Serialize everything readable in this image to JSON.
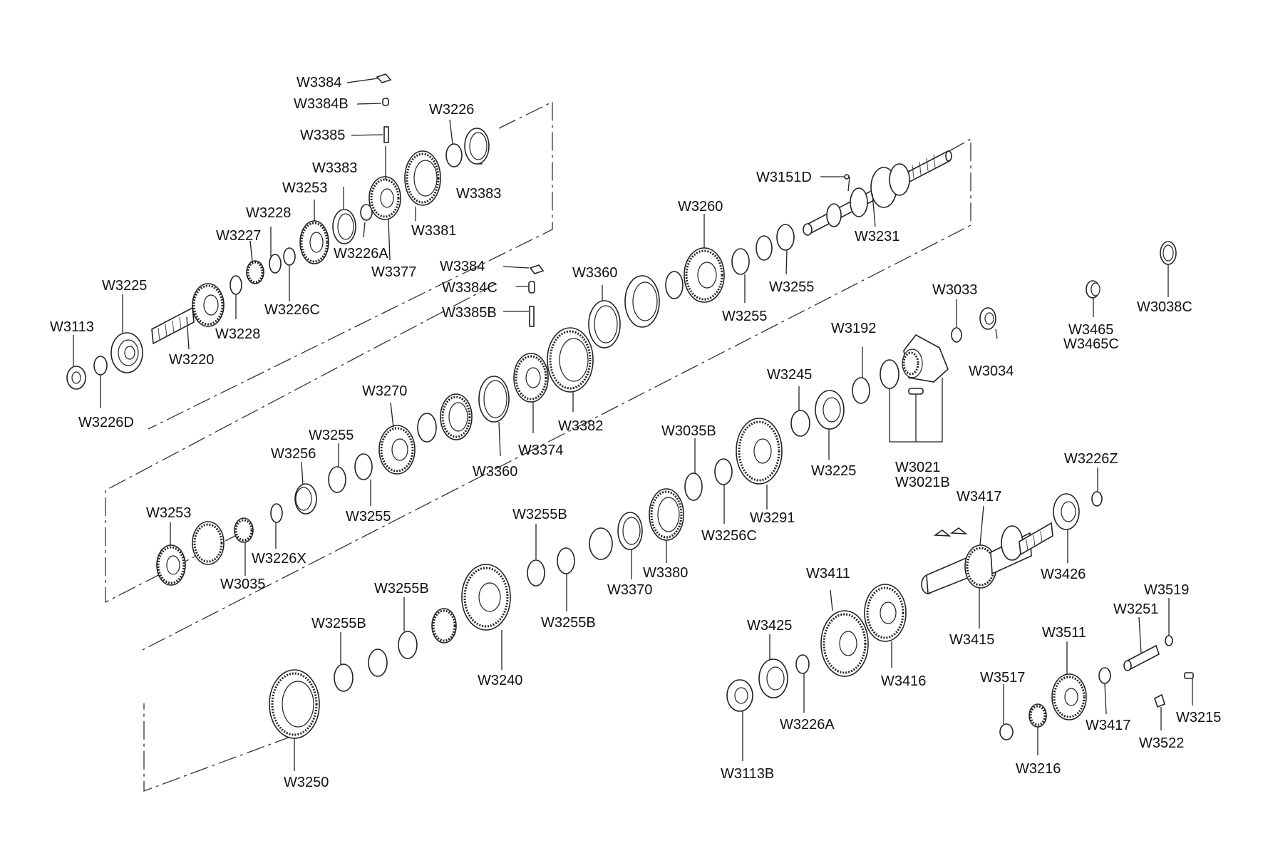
{
  "labels": {
    "w3384_top": "W3384",
    "w3384b": "W3384B",
    "w3385": "W3385",
    "w3383_a": "W3383",
    "w3226_top": "W3226",
    "w3383_b": "W3383",
    "w3253_top": "W3253",
    "w3228_a": "W3228",
    "w3227": "W3227",
    "w3226a_top": "W3226A",
    "w3377": "W3377",
    "w3381": "W3381",
    "w3225_left": "W3225",
    "w3113": "W3113",
    "w3220": "W3220",
    "w3228_b": "W3228",
    "w3226c": "W3226C",
    "w3226d": "W3226D",
    "w3151d": "W3151D",
    "w3231": "W3231",
    "w3260": "W3260",
    "w3255_a": "W3255",
    "w3255_b": "W3255",
    "w3384_mid": "W3384",
    "w3384c": "W3384C",
    "w3385b": "W3385B",
    "w3360_a": "W3360",
    "w3382": "W3382",
    "w3374": "W3374",
    "w3360_b": "W3360",
    "w3270": "W3270",
    "w3255_c": "W3255",
    "w3256": "W3256",
    "w3255_d": "W3255",
    "w3253_mid": "W3253",
    "w3035": "W3035",
    "w3226x": "W3226X",
    "w3033": "W3033",
    "w3034": "W3034",
    "w3192": "W3192",
    "w3245": "W3245",
    "w3225_mid": "W3225",
    "w3021": "W3021",
    "w3021b": "W3021B",
    "w3465": "W3465",
    "w3465c": "W3465C",
    "w3038c": "W3038C",
    "w3035b": "W3035B",
    "w3291": "W3291",
    "w3256c": "W3256C",
    "w3380": "W3380",
    "w3370": "W3370",
    "w3255b_a": "W3255B",
    "w3255b_b": "W3255B",
    "w3255b_c": "W3255B",
    "w3255b_d": "W3255B",
    "w3240": "W3240",
    "w3250": "W3250",
    "w3226z": "W3226Z",
    "w3417_top": "W3417",
    "w3426": "W3426",
    "w3415": "W3415",
    "w3411": "W3411",
    "w3416": "W3416",
    "w3425": "W3425",
    "w3226a_bot": "W3226A",
    "w3113b": "W3113B",
    "w3519": "W3519",
    "w3251": "W3251",
    "w3511": "W3511",
    "w3517": "W3517",
    "w3417_bot": "W3417",
    "w3522": "W3522",
    "w3215": "W3215",
    "w3216": "W3216"
  }
}
